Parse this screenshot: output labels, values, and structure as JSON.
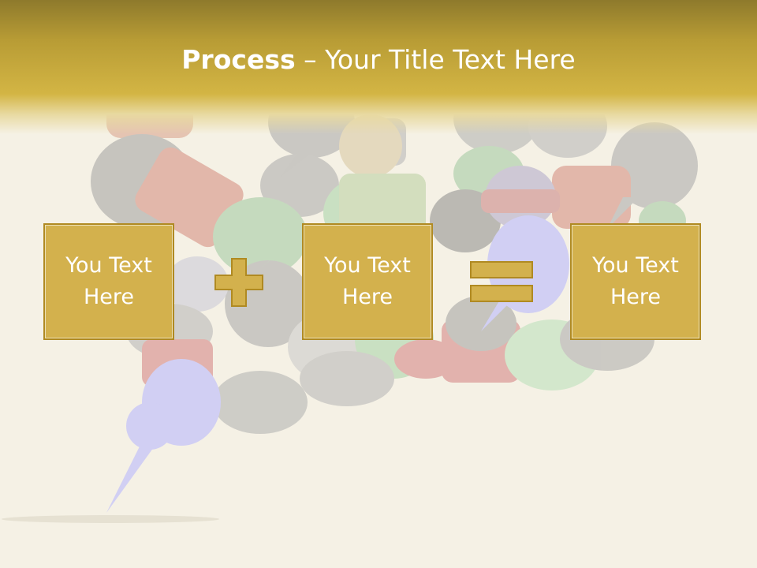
{
  "slide": {
    "title_bold": "Process",
    "title_rest": " – Your Title Text Here",
    "operator_plus": "plus-icon",
    "operator_equals": "equals-icon",
    "boxes": [
      {
        "label": "You Text\nHere"
      },
      {
        "label": "You Text\nHere"
      },
      {
        "label": "You Text\nHere"
      }
    ]
  },
  "colors": {
    "background": "#f5f1e5",
    "header": "#d3b544",
    "box_fill": "#d3b14d",
    "box_border": "#b08a22",
    "operator": "#d3b14d"
  }
}
